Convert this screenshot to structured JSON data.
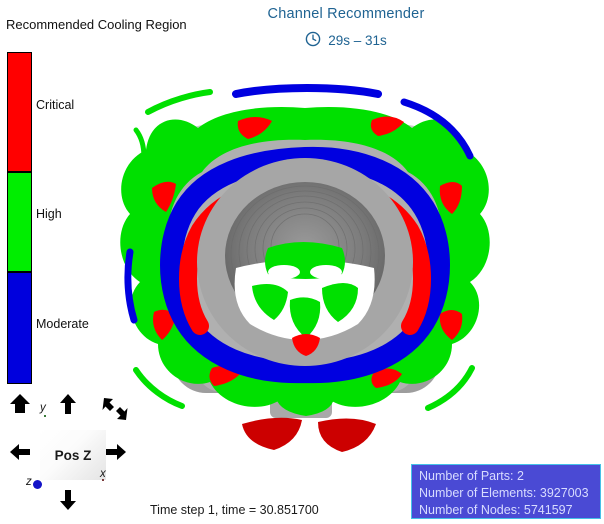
{
  "header": {
    "legend_title": "Recommended Cooling Region",
    "app_title": "Channel Recommender",
    "time_range": "29s – 31s",
    "clock_icon": "clock-icon",
    "accent_color": "#1f6392"
  },
  "legend": {
    "bands": [
      {
        "label": "Critical",
        "color": "#ff0000"
      },
      {
        "label": "High",
        "color": "#00ee00"
      },
      {
        "label": "Moderate",
        "color": "#0000dd"
      }
    ]
  },
  "nav_widget": {
    "button_label": "Pos Z",
    "axis_x": "x",
    "axis_y": "y",
    "axis_z": "z",
    "arrows": [
      {
        "name": "rotate-up-left-arrow-icon"
      },
      {
        "name": "pan-up-arrow-icon"
      },
      {
        "name": "zoom-diagonal-arrow-icon"
      },
      {
        "name": "pan-left-arrow-icon"
      },
      {
        "name": "pan-right-arrow-icon"
      },
      {
        "name": "pan-down-arrow-icon"
      }
    ]
  },
  "status": {
    "text": "Time step 1, time = 30.851700"
  },
  "info_box": {
    "border_color": "#46c0e8",
    "fill_color": "#4a4ad4",
    "lines": [
      "Number of Parts: 2",
      "Number of Elements: 3927003",
      "Number of Nodes: 5741597"
    ]
  },
  "visualization": {
    "name": "3d-cooling-region-render",
    "colors": {
      "critical": "#ff0000",
      "high": "#00e000",
      "moderate": "#0000e0",
      "mesh_light": "#bdbdbd",
      "mesh_mid": "#a8a8a8",
      "mesh_dark": "#8a8a8a",
      "mesh_bore": "#6e6e6e"
    }
  }
}
